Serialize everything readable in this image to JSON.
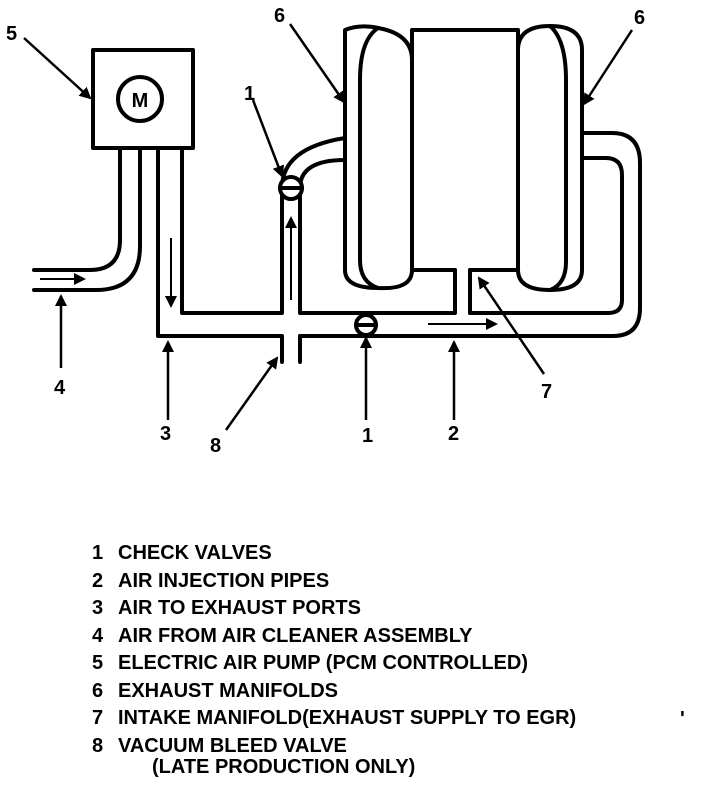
{
  "diagram": {
    "pump_symbol": "M",
    "callouts": [
      "6",
      "6",
      "5",
      "1",
      "4",
      "3",
      "8",
      "1",
      "2",
      "7"
    ]
  },
  "legend": {
    "items": [
      {
        "num": "1",
        "text": "CHECK VALVES"
      },
      {
        "num": "2",
        "text": "AIR INJECTION PIPES"
      },
      {
        "num": "3",
        "text": "AIR TO EXHAUST PORTS"
      },
      {
        "num": "4",
        "text": "AIR FROM AIR CLEANER ASSEMBLY"
      },
      {
        "num": "5",
        "text": "ELECTRIC AIR PUMP (PCM CONTROLLED)"
      },
      {
        "num": "6",
        "text": "EXHAUST MANIFOLDS"
      },
      {
        "num": "7",
        "text": "INTAKE MANIFOLD",
        "extra": "(EXHAUST SUPPLY TO EGR)"
      },
      {
        "num": "8",
        "text": "VACUUM BLEED VALVE",
        "cont": "(LATE PRODUCTION ONLY)"
      }
    ],
    "stray_mark": "'"
  }
}
